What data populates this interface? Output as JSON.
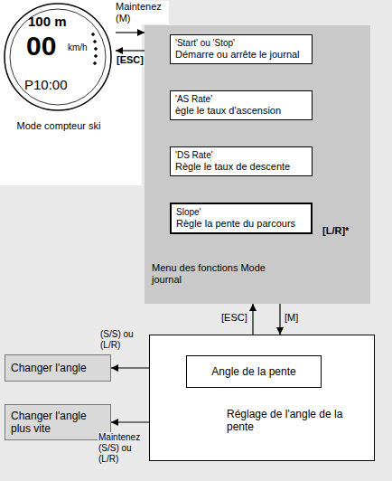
{
  "diagram": {
    "nodes": [
      {
        "text": [
          "100 m",
          "00",
          "km/h",
          "P10:00",
          "Mode compteur ski"
        ]
      },
      {
        "text": [
          "Menu des fonctions Mode journal"
        ]
      },
      {
        "text": [
          "'Start' ou 'Stop'",
          "Démarre ou arrête le journal"
        ],
        "in": 1
      },
      {
        "text": [
          "'AS Rate'",
          "ègle le taux d'ascension"
        ],
        "in": 1
      },
      {
        "text": [
          "'DS Rate'",
          "Règle le taux de descente"
        ],
        "in": 1
      },
      {
        "text": [
          "Slope'",
          "Règle la pente du parcours"
        ],
        "in": 1
      },
      {
        "text": [
          "Réglage de l'angle de la pente"
        ]
      },
      {
        "text": [
          "Angle de la pente"
        ],
        "in": 6
      },
      {
        "text": [
          "Changer l'angle"
        ]
      },
      {
        "text": [
          "Changer l'angle plus vite"
        ]
      }
    ],
    "edges": [
      {
        "from": 0,
        "to": 1,
        "arrow": "to",
        "label": "Maintenez (M)"
      },
      {
        "from": 1,
        "to": 0,
        "arrow": "to",
        "label": "[ESC]"
      },
      {
        "from": 2,
        "to": 3,
        "arrow": "to"
      },
      {
        "from": 3,
        "to": 4,
        "arrow": "to"
      },
      {
        "from": 4,
        "to": 5,
        "arrow": "to"
      },
      {
        "from": 5,
        "to": 2,
        "arrow": "to",
        "label": "[L/R]*"
      },
      {
        "from": 1,
        "to": 6,
        "arrow": "to",
        "label": "[M]"
      },
      {
        "from": 6,
        "to": 1,
        "arrow": "to",
        "label": "[ESC]"
      },
      {
        "from": 6,
        "to": 8,
        "arrow": "to",
        "label": "(S/S) ou (L/R)"
      },
      {
        "from": 6,
        "to": 9,
        "arrow": "to",
        "label": "Maintenez (S/S) ou (L/R)"
      }
    ]
  }
}
